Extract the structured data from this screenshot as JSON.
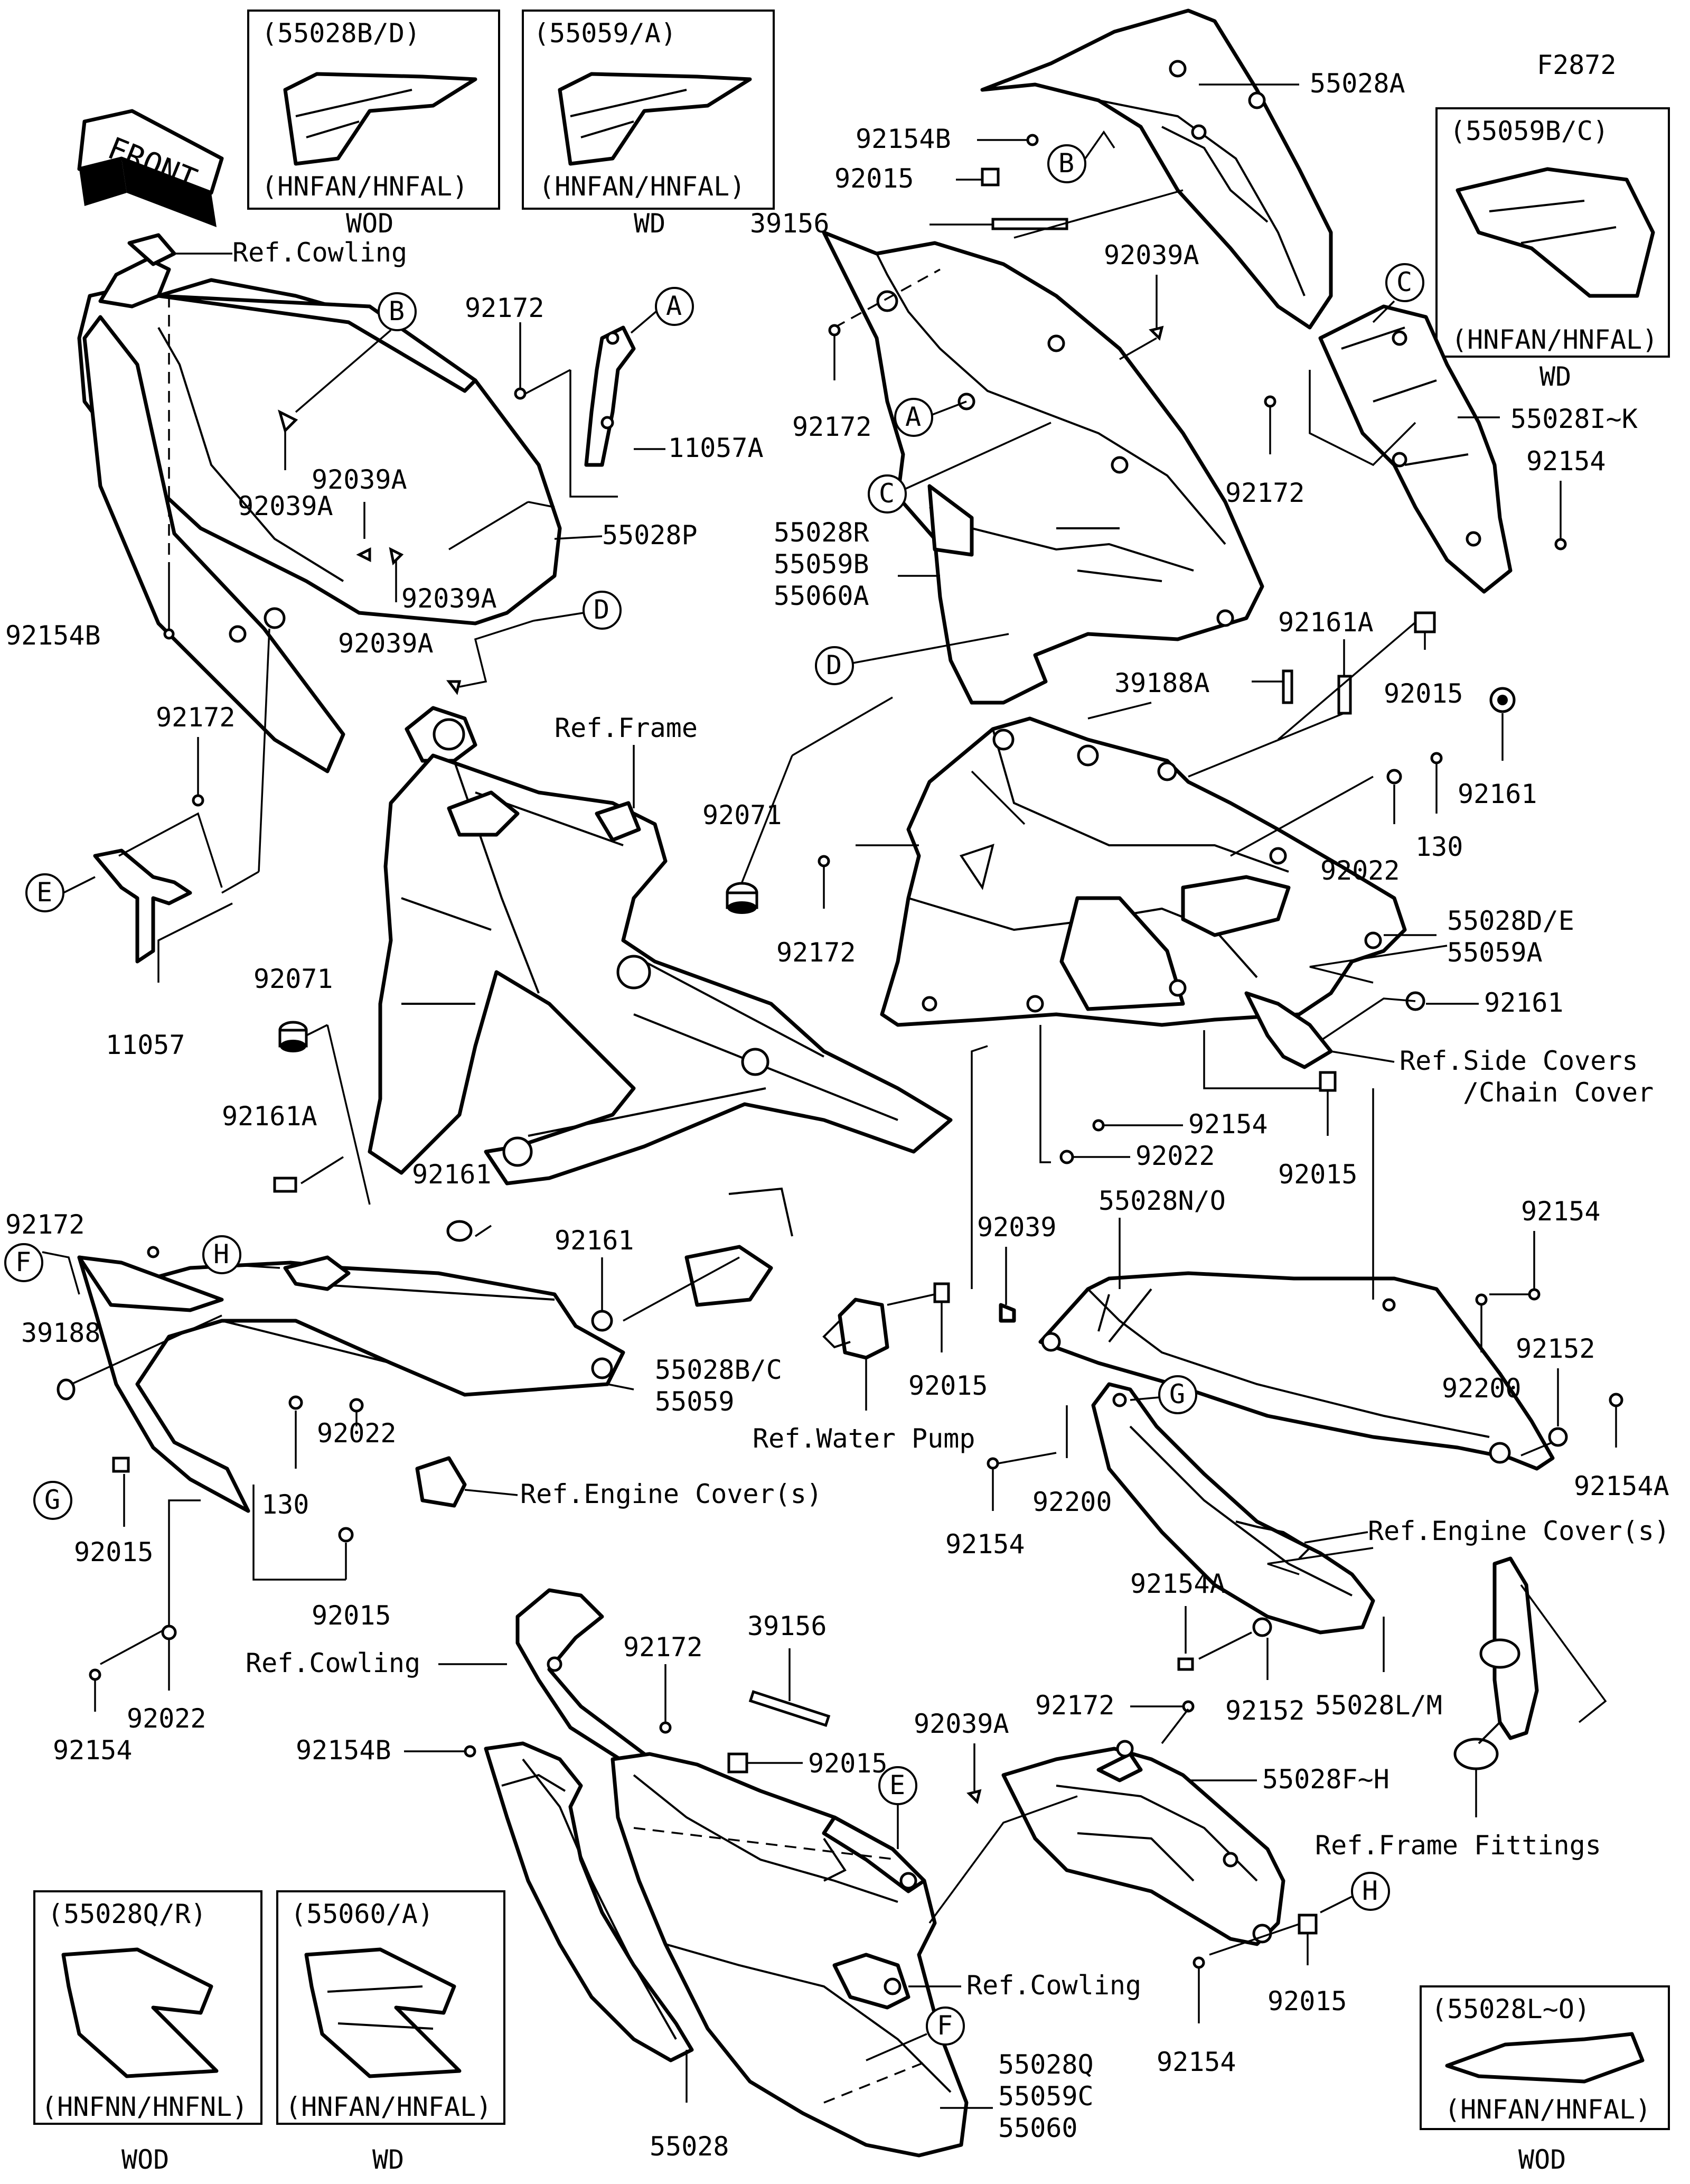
{
  "diagram_id": "F2872",
  "front_label": "FRONT",
  "part_numbers": {
    "p55028A": "55028A",
    "p55028IK": "55028I~K",
    "p55028R_group": [
      "55028R",
      "55059B",
      "55060A"
    ],
    "p55028DE_group": [
      "55028D/E",
      "55059A"
    ],
    "p55028P": "55028P",
    "p11057A": "11057A",
    "p11057": "11057",
    "p55028BC_group": [
      "55028B/C",
      "55059"
    ],
    "p55028NO": "55028N/O",
    "p55028LM": "55028L/M",
    "p55028FH": "55028F~H",
    "p55028Q_group": [
      "55028Q",
      "55059C",
      "55060"
    ],
    "p55028": "55028"
  },
  "fasteners": {
    "f92154B": "92154B",
    "f92015": "92015",
    "f39156": "39156",
    "f92039A": "92039A",
    "f92172": "92172",
    "f92154": "92154",
    "f39188A": "39188A",
    "f92161A": "92161A",
    "f92161": "92161",
    "f130": "130",
    "f92022": "92022",
    "f92071": "92071",
    "f39188": "39188",
    "f92039": "92039",
    "f92200": "92200",
    "f92152": "92152",
    "f92154A": "92154A"
  },
  "references": {
    "cowling": "Ref.Cowling",
    "frame": "Ref.Frame",
    "side_covers_1": "Ref.Side Covers",
    "side_covers_2": "/Chain Cover",
    "engine_covers": "Ref.Engine Cover(s)",
    "water_pump": "Ref.Water Pump",
    "frame_fittings": "Ref.Frame Fittings"
  },
  "callout_letters": [
    "A",
    "B",
    "C",
    "D",
    "E",
    "F",
    "G",
    "H"
  ],
  "variant_boxes": [
    {
      "part": "(55028B/D)",
      "model": "(HNFAN/HNFAL)",
      "color": "WOD"
    },
    {
      "part": "(55059/A)",
      "model": "(HNFAN/HNFAL)",
      "color": "WD"
    },
    {
      "part": "(55059B/C)",
      "model": "(HNFAN/HNFAL)",
      "color": "WD"
    },
    {
      "part": "(55028Q/R)",
      "model": "(HNFNN/HNFNL)",
      "color": "WOD"
    },
    {
      "part": "(55060/A)",
      "model": "(HNFAN/HNFAL)",
      "color": "WD"
    },
    {
      "part": "(55028L~O)",
      "model": "(HNFAN/HNFAL)",
      "color": "WOD"
    }
  ]
}
